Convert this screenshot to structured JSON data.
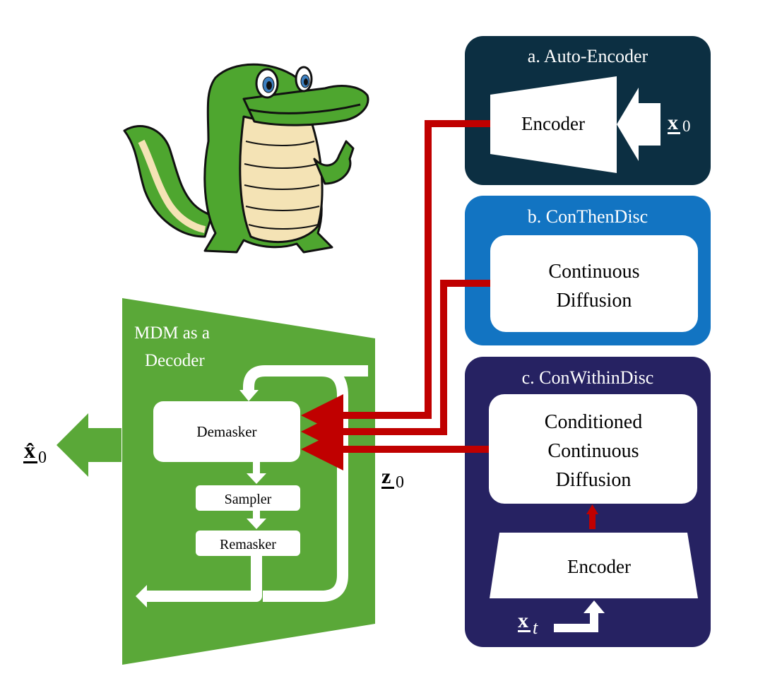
{
  "colors": {
    "panel_a_bg": "#0c2f42",
    "panel_b_bg": "#1274c2",
    "panel_c_bg": "#262262",
    "decoder_green": "#5aa838",
    "latent_arrow_red": "#c00000",
    "box_fill": "#ffffff",
    "text_dark": "#000000",
    "text_light": "#ffffff"
  },
  "mascot": {
    "name": "crocodile-mascot"
  },
  "decoder": {
    "title_line1": "MDM as a",
    "title_line2": "Decoder",
    "demasker": "Demasker",
    "sampler": "Sampler",
    "remasker": "Remasker",
    "output_symbol": "x̂",
    "output_subscript": "0"
  },
  "latent": {
    "symbol": "z",
    "subscript": "0"
  },
  "panels": {
    "a": {
      "title": "a. Auto-Encoder",
      "encoder_label": "Encoder",
      "input_symbol": "x",
      "input_subscript": "0"
    },
    "b": {
      "title": "b. ConThenDisc",
      "box_line1": "Continuous",
      "box_line2": "Diffusion"
    },
    "c": {
      "title": "c. ConWithinDisc",
      "box_line1": "Conditioned",
      "box_line2": "Continuous",
      "box_line3": "Diffusion",
      "encoder_label": "Encoder",
      "input_symbol": "x",
      "input_subscript": "t"
    }
  }
}
